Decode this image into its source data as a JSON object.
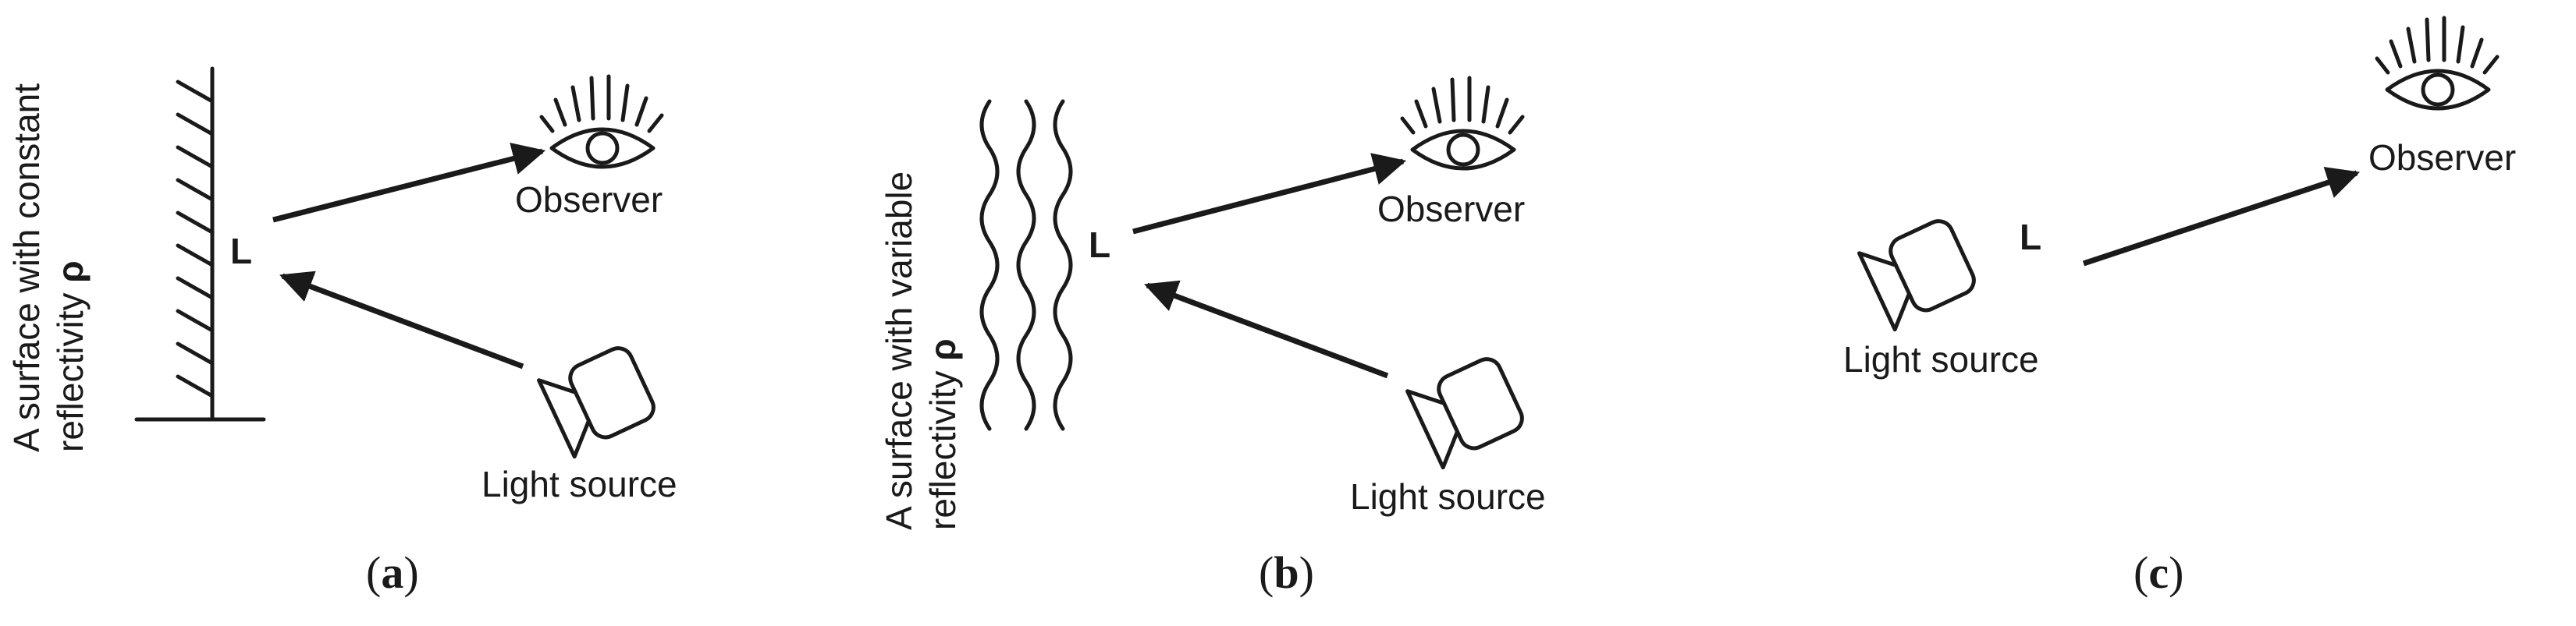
{
  "panels": {
    "a": {
      "surface_line1": "A surface with constant",
      "surface_line2": "reflectivity ",
      "rho": "ρ",
      "point": "L",
      "observer": "Observer",
      "source": "Light source",
      "caption_open": "(",
      "caption_letter": "a",
      "caption_close": ")"
    },
    "b": {
      "surface_line1": "A surface with variable",
      "surface_line2": "reflectivity ",
      "rho": "ρ",
      "point": "L",
      "observer": "Observer",
      "source": "Light source",
      "caption_open": "(",
      "caption_letter": "b",
      "caption_close": ")"
    },
    "c": {
      "point": "L",
      "observer": "Observer",
      "source": "Light source",
      "caption_open": "(",
      "caption_letter": "c",
      "caption_close": ")"
    }
  },
  "icons": {
    "observer": "eye-icon",
    "source": "camera-icon"
  }
}
